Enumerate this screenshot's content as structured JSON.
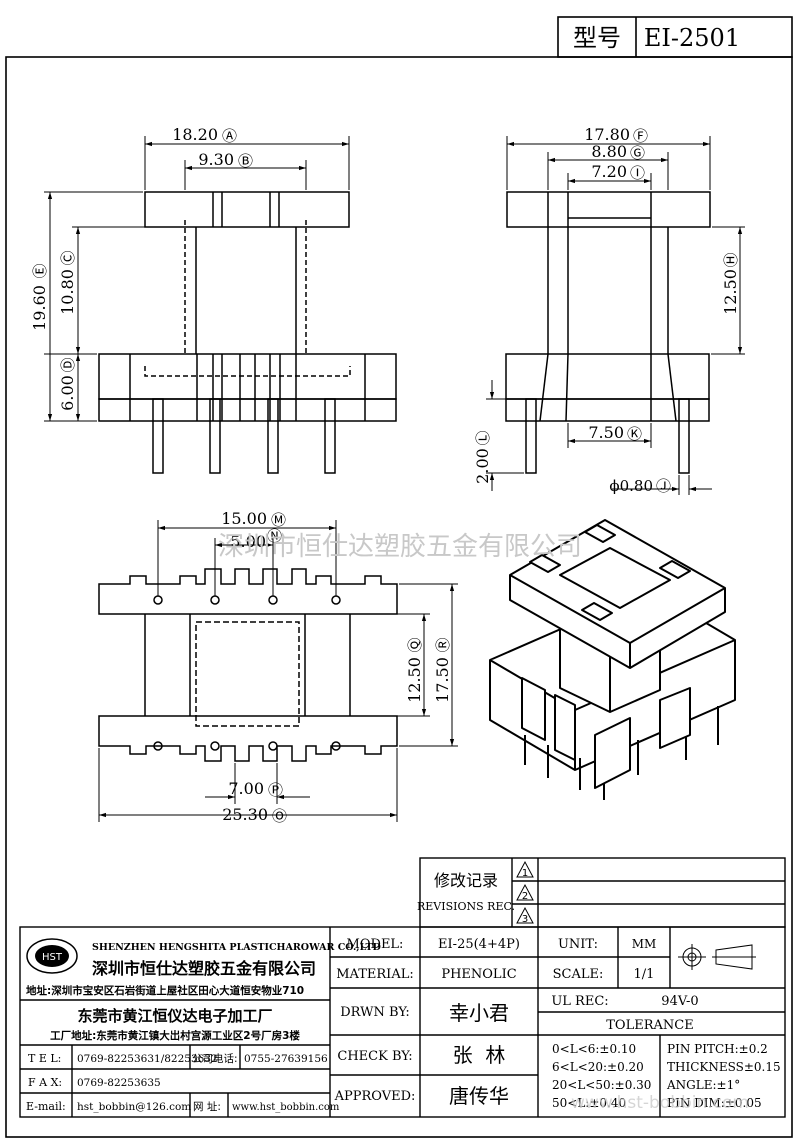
{
  "title_block": {
    "model_label": "型号",
    "model_value": "EI-2501"
  },
  "dimensions": {
    "front_width": "18.20",
    "front_width_tag": "Ⓐ",
    "front_inner": "9.30",
    "front_inner_tag": "Ⓑ",
    "total_height": "19.60",
    "total_height_tag": "Ⓔ",
    "upper_height": "10.80",
    "upper_height_tag": "Ⓒ",
    "base_height": "6.00",
    "base_height_tag": "Ⓓ",
    "side_width": "17.80",
    "side_width_tag": "Ⓕ",
    "side_inner1": "8.80",
    "side_inner1_tag": "Ⓖ",
    "side_inner2": "7.20",
    "side_inner2_tag": "Ⓘ",
    "side_height": "12.50",
    "side_height_tag": "Ⓗ",
    "pin_span": "7.50",
    "pin_span_tag": "Ⓚ",
    "pin_len": "2.00",
    "pin_len_tag": "Ⓛ",
    "pin_dia": "ϕ0.80",
    "pin_dia_tag": "Ⓙ",
    "top_pin_span": "15.00",
    "top_pin_span_tag": "Ⓜ",
    "top_pin_pitch": "5.00",
    "top_pin_pitch_tag": "Ⓝ",
    "top_inner": "12.50",
    "top_inner_tag": "Ⓠ",
    "top_outer": "17.50",
    "top_outer_tag": "Ⓡ",
    "bottom_gap": "7.00",
    "bottom_gap_tag": "Ⓟ",
    "total_width": "25.30",
    "total_width_tag": "Ⓞ"
  },
  "watermark": "深圳市恒仕达塑胶五金有限公司",
  "revisions": {
    "label_cn": "修改记录",
    "label_en": "REVISIONS REC.",
    "marks": [
      "1",
      "2",
      "3"
    ]
  },
  "company": {
    "logo_text": "HST",
    "name_en": "SHENZHEN HENGSHITA PLASTICHAROWAR CO.,LTD",
    "name_cn": "深圳市恒仕达塑胶五金有限公司",
    "address1": "地址:深圳市宝安区石岩街道上屋社区田心大道恒安物业710",
    "factory": "东莞市黄江恒仪达电子加工厂",
    "address2": "工厂地址:东莞市黄江镇大岀村宫源工业区2号厂房3楼",
    "tel_label": "T E L:",
    "tel_value": "0769-82253631/82253632",
    "company_phone_label": "公司电话:",
    "company_phone_value": "0755-27639156",
    "fax_label": "F A X:",
    "fax_value": "0769-82253635",
    "email_label": "E-mail:",
    "email_value": "hst_bobbin@126.com",
    "web_label": "网 址:",
    "web_value": "www.hst_bobbin.com"
  },
  "spec": {
    "model_label": "MODEL:",
    "model_value": "EI-25(4+4P)",
    "unit_label": "UNIT:",
    "unit_value": "MM",
    "material_label": "MATERIAL:",
    "material_value": "PHENOLIC",
    "scale_label": "SCALE:",
    "scale_value": "1/1",
    "drawn_label": "DRWN BY:",
    "drawn_value": "幸小君",
    "ul_label": "UL REC:",
    "ul_value": "94V-0",
    "tolerance_label": "TOLERANCE",
    "check_label": "CHECK BY:",
    "check_value": "张  林",
    "approved_label": "APPROVED:",
    "approved_value": "唐传华",
    "tolerances": [
      "0<L<6:±0.10",
      "6<L<20:±0.20",
      "20<L<50:±0.30",
      "50<L:±0.40"
    ],
    "pin_tolerances": [
      "PIN PITCH:±0.2",
      "THICKNESS±0.15",
      "ANGLE:±1°",
      "PIN DIM:±0.05"
    ],
    "footer_watermark": "www.hst-bobbin.com"
  }
}
